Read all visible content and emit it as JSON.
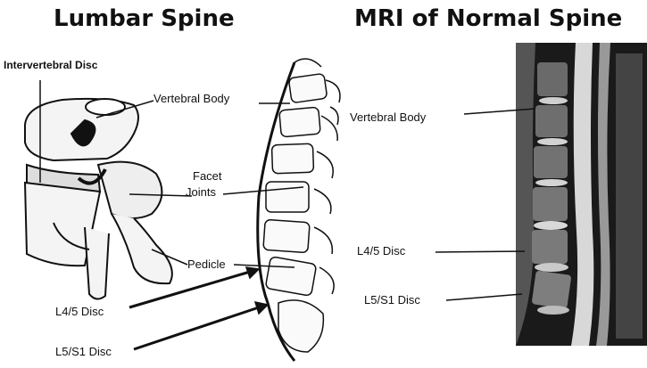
{
  "titles": {
    "left": "Lumbar Spine",
    "right": "MRI of Normal Spine"
  },
  "labels": {
    "intervertebral_disc": "Intervertebral Disc",
    "vertebral_body_left": "Vertebral Body",
    "facet_joints_line1": "Facet",
    "facet_joints_line2": "Joints",
    "pedicle": "Pedicle",
    "l45_left": "L4/5 Disc",
    "l5s1_left": "L5/S1 Disc",
    "vertebral_body_right": "Vertebral Body",
    "l45_right": "L4/5 Disc",
    "l5s1_right": "L5/S1 Disc"
  },
  "colors": {
    "ink": "#111111",
    "mri_dark": "#1a1a1a"
  }
}
